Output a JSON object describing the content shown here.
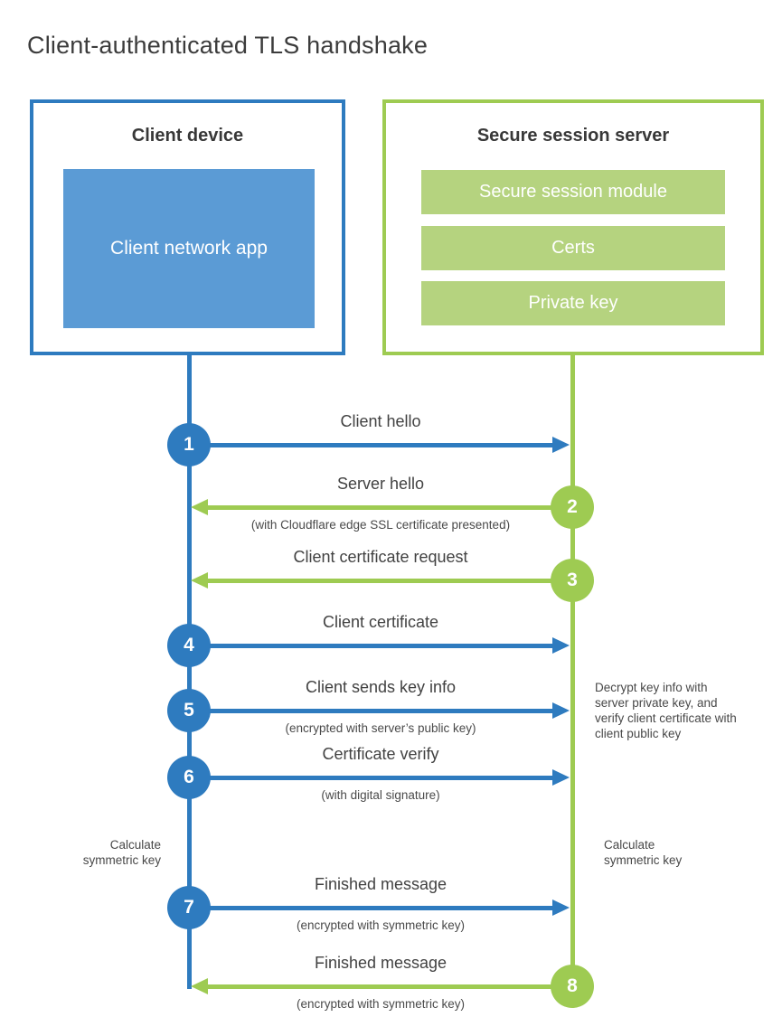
{
  "title": "Client-authenticated TLS handshake",
  "colors": {
    "client_blue": "#2e7bbf",
    "client_fill_blue": "#5b9bd5",
    "server_green": "#9ecb52",
    "server_fill_green": "#b5d37f",
    "text_dark": "#3c3c3c",
    "text_white": "#ffffff"
  },
  "client_box": {
    "title": "Client device",
    "app_label": "Client network app"
  },
  "server_box": {
    "title": "Secure session server",
    "modules": [
      "Secure session module",
      "Certs",
      "Private key"
    ]
  },
  "steps": [
    {
      "num": "1",
      "from": "client",
      "to": "server",
      "label": "Client hello",
      "sub": ""
    },
    {
      "num": "2",
      "from": "server",
      "to": "client",
      "label": "Server hello",
      "sub": "(with Cloudflare edge SSL certificate presented)"
    },
    {
      "num": "3",
      "from": "server",
      "to": "client",
      "label": "Client certificate request",
      "sub": ""
    },
    {
      "num": "4",
      "from": "client",
      "to": "server",
      "label": "Client certificate",
      "sub": ""
    },
    {
      "num": "5",
      "from": "client",
      "to": "server",
      "label": "Client sends key info",
      "sub": "(encrypted with server’s public key)"
    },
    {
      "num": "6",
      "from": "client",
      "to": "server",
      "label": "Certificate verify",
      "sub": "(with digital signature)"
    },
    {
      "num": "7",
      "from": "client",
      "to": "server",
      "label": "Finished message",
      "sub": "(encrypted with symmetric key)"
    },
    {
      "num": "8",
      "from": "server",
      "to": "client",
      "label": "Finished message",
      "sub": "(encrypted with symmetric key)"
    }
  ],
  "annotations": {
    "client_calculate": "Calculate symmetric key",
    "server_calculate": "Calculate symmetric key",
    "server_note": "Decrypt key info with server private key, and verify client certificate with client public key"
  }
}
